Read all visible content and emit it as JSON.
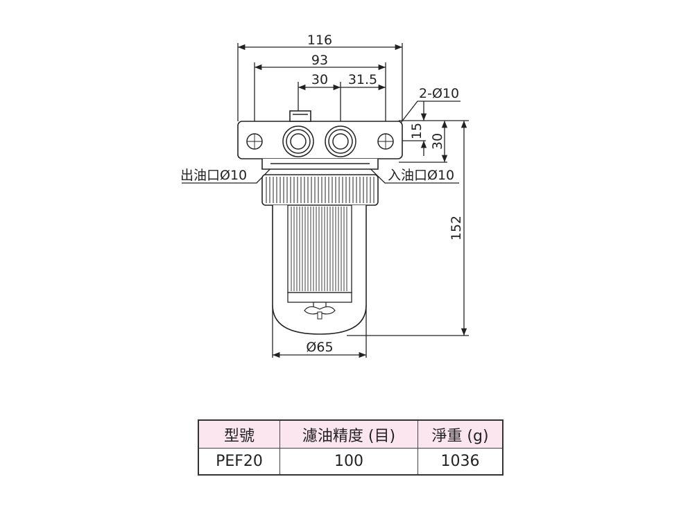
{
  "dimensions": {
    "overall_width": "116",
    "hole_spacing": "93",
    "left_offset": "30",
    "right_offset": "31.5",
    "mount_holes": "2-Ø10",
    "hole_height": "15",
    "head_height": "30",
    "total_height": "152",
    "bowl_diameter": "Ø65"
  },
  "ports": {
    "outlet": "出油口Ø10",
    "inlet": "入油口Ø10"
  },
  "spec_table": {
    "headers": [
      "型號",
      "濾油精度 (目)",
      "淨重 (g)"
    ],
    "rows": [
      [
        "PEF20",
        "100",
        "1036"
      ]
    ]
  },
  "colors": {
    "line": "#222222",
    "header_bg": "#fbe6f0"
  }
}
